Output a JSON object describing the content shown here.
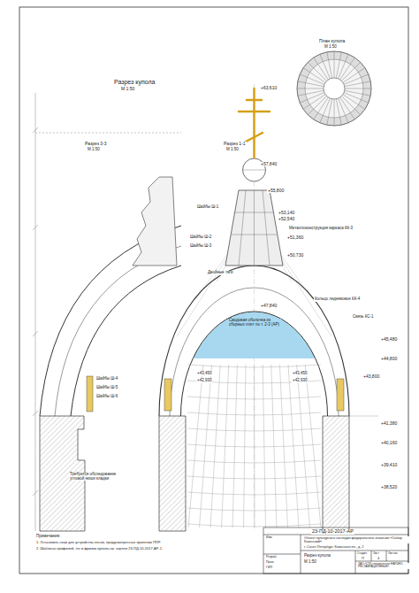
{
  "diagram": {
    "title": "Разрез купола",
    "labels": [
      "М 1:50",
      "Разрез 3-3",
      "М 1:50",
      "Разрез 1-1",
      "М 1:50",
      "План купола",
      "М 1:50",
      "+63,610",
      "+57,840",
      "+55,800",
      "+53,140",
      "+52,540",
      "+51,360",
      "+50,730",
      "+47,840",
      "+45,480",
      "+44,800",
      "+43,800",
      "+43,450",
      "+42,930",
      "+43,450",
      "+42,930",
      "+41,380",
      "+40,160",
      "+39,410",
      "+38,520",
      "Шайбы Ш-1",
      "Шайбы Ш-2",
      "Шайбы Ш-3",
      "Двойные тяги",
      "Металлоконструкция каркаса КК-3",
      "Кольцо ледниковое КК-4",
      "Связь КС-1",
      "Сводовая оболочка из сборных плит по т. 2-3 (АР)",
      "Шайбы Ш-4",
      "Шайбы Ш-5",
      "Шайбы Ш-6",
      "Требуется обследование угловой ниши кладки",
      "Примечания:",
      "1. Установить сваи для устройства лесов, предусмотренных проектом ППР.",
      "2. Шаблоны профилей, тяг и фризов купола см. чертеж 23-ПД-10-2017-АР-1.",
      "23-ПД-10-2017-АР",
      "Объект культурного наследия федерального значения «Собор Казанский»",
      "г. Санкт-Петербург, Казанская пл., д. 2",
      "Разрез купола",
      "М 1:50",
      "Стадия",
      "Лист",
      "Листов",
      "П",
      "4",
      "ЗАО «СПб специальные НАУЧНО-РЕСТАВРАЦИОННЫЕ»",
      "Изм.",
      "Разраб.",
      "Пров.",
      "ГИП"
    ]
  }
}
